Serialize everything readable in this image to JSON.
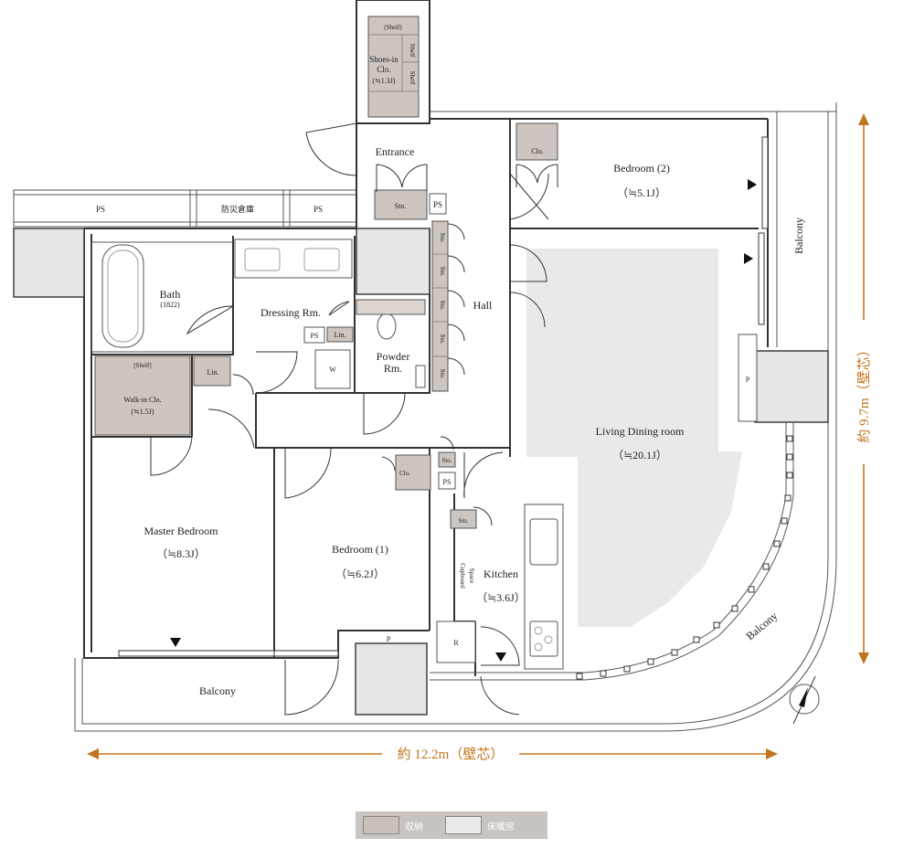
{
  "rooms": {
    "living": {
      "name": "Living Dining room",
      "size": "（≒20.1J）"
    },
    "bedroom2": {
      "name": "Bedroom (2)",
      "size": "（≒5.1J）"
    },
    "bedroom1": {
      "name": "Bedroom (1)",
      "size": "（≒6.2J）"
    },
    "master": {
      "name": "Master Bedroom",
      "size": "（≒8.3J）"
    },
    "kitchen": {
      "name": "Kitchen",
      "size": "（≒3.6J）"
    },
    "bath": {
      "name": "Bath",
      "size": "(1822)"
    },
    "dressing": {
      "name": "Dressing Rm."
    },
    "powder": {
      "name1": "Powder",
      "name2": "Rm."
    },
    "hall": {
      "name": "Hall"
    },
    "entrance": {
      "name": "Entrance"
    },
    "walkin": {
      "name": "Walk-in Clo.",
      "size": "(≒1.5J)",
      "shelf": "[Shelf]"
    },
    "shoes": {
      "name1": "Shoes-in",
      "name2": "Clo.",
      "size": "(≒1.3J)",
      "shelf_top": "(Shelf)",
      "shelf_side": "Shelf"
    }
  },
  "labels": {
    "ps": "PS",
    "bousai": "防災倉庫",
    "sto": "Sto.",
    "clo": "Clo.",
    "lin": "Lin.",
    "w": "W",
    "p": "P",
    "r": "R",
    "cupboard1": "Cupboard",
    "cupboard2": "Space",
    "balcony": "Balcony"
  },
  "dimensions": {
    "width": "約 12.2m（壁芯）",
    "height": "約 9.7m（壁芯）"
  },
  "legend": {
    "storage": "収納",
    "floor_heating": "床暖房"
  },
  "colors": {
    "storage": "#cdc5bf",
    "floor_heating": "#ebe9e8",
    "dimension": "#c0761e"
  }
}
